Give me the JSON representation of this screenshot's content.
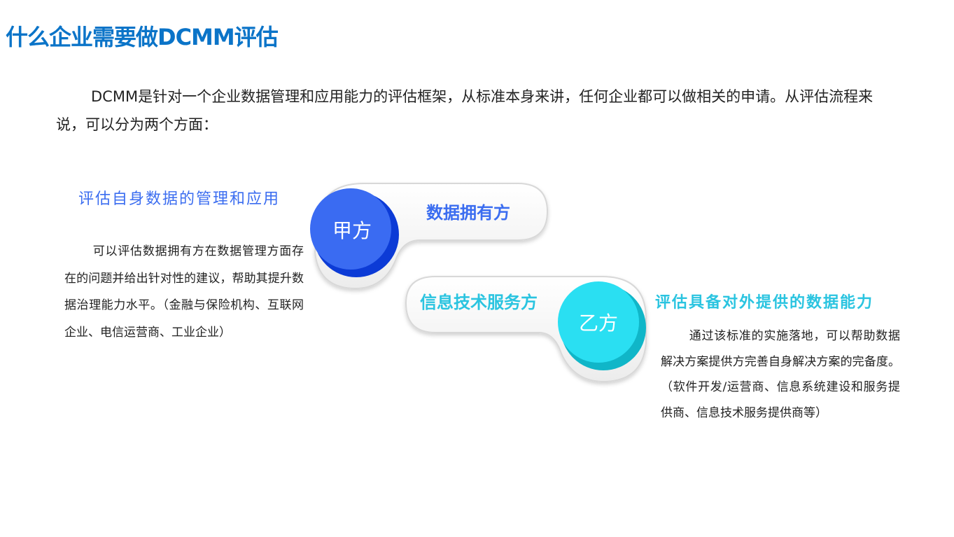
{
  "page": {
    "title": "什么企业需要做DCMM评估",
    "intro": "DCMM是针对一个企业数据管理和应用能力的评估框架，从标准本身来讲，任何企业都可以做相关的申请。从评估流程来说，可以分为两个方面："
  },
  "party_a": {
    "badge": "甲方",
    "role": "数据拥有方",
    "heading": "评估自身数据的管理和应用",
    "description": "可以评估数据拥有方在数据管理方面存在的问题并给出针对性的建议，帮助其提升数据治理能力水平。（金融与保险机构、互联网企业、电信运营商、工业企业）"
  },
  "party_b": {
    "badge": "乙方",
    "role": "信息技术服务方",
    "heading": "评估具备对外提供的数据能力",
    "description": "通过该标准的实施落地，可以帮助数据解决方案提供方完善自身解决方案的完备度。（软件开发/运营商、信息系统建设和服务提供商、信息技术服务提供商等）"
  },
  "colors": {
    "title": "#0b74c8",
    "party_a_accent": "#3b6df0",
    "party_b_accent": "#2ac4e0"
  }
}
